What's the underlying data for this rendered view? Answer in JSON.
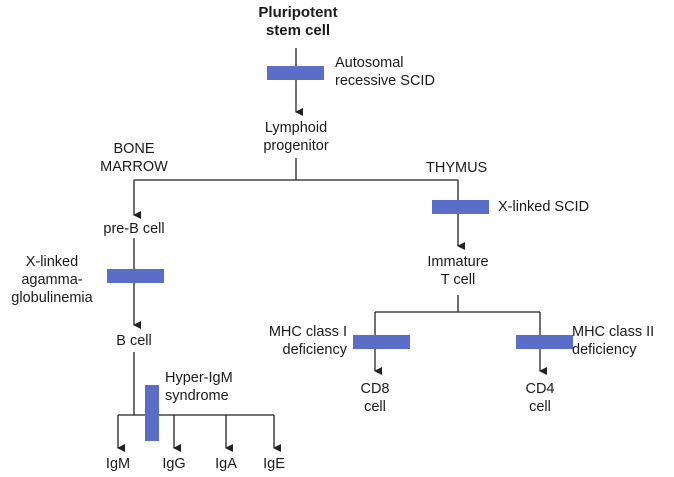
{
  "nodes": {
    "stem_cell": "Pluripotent\nstem cell",
    "lymphoid_progenitor": "Lymphoid\nprogenitor",
    "bone_marrow": "BONE\nMARROW",
    "thymus": "THYMUS",
    "pre_b_cell": "pre-B cell",
    "b_cell": "B cell",
    "immature_t_cell": "Immature\nT cell",
    "cd8_cell": "CD8\ncell",
    "cd4_cell": "CD4\ncell",
    "igm": "IgM",
    "igg": "IgG",
    "iga": "IgA",
    "ige": "IgE"
  },
  "blocks": {
    "autosomal_scid": "Autosomal\nrecessive SCID",
    "x_linked_scid": "X-linked SCID",
    "x_linked_agamma": "X-linked\nagamma-\nglobulinemia",
    "hyper_igm": "Hyper-IgM\nsyndrome",
    "mhc_class_1": "MHC class I\ndeficiency",
    "mhc_class_2": "MHC class II\ndeficiency"
  },
  "colors": {
    "block": "#5b6ec7",
    "line": "#222222"
  }
}
